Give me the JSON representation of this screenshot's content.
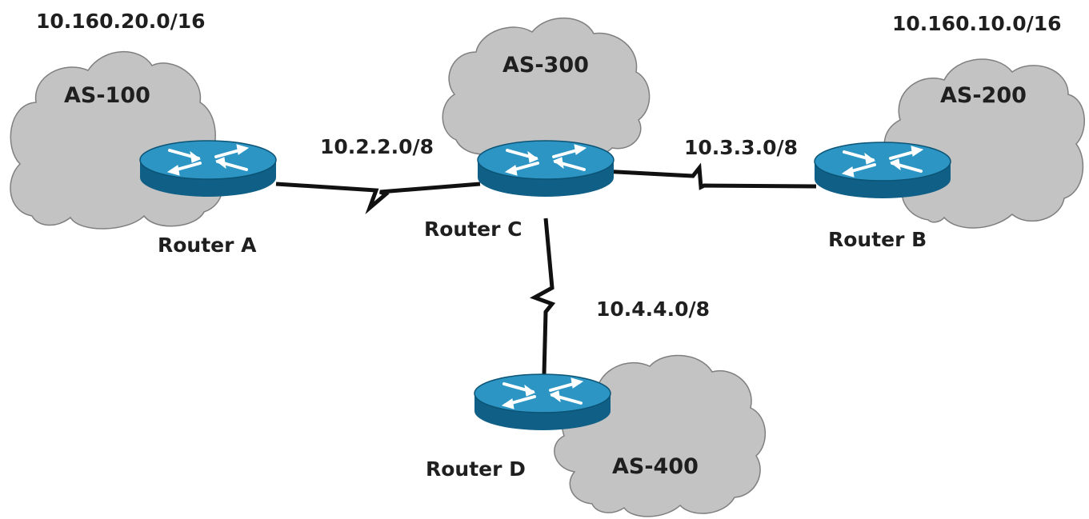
{
  "colors": {
    "background": "#ffffff",
    "cloud_fill": "#c3c3c3",
    "cloud_stroke": "#7f7f7f",
    "router_top": "#2c95c4",
    "router_side": "#0f5f86",
    "router_arrows": "#ffffff",
    "link": "#111111",
    "text": "#1f1f1f"
  },
  "icons": {
    "cloud": "cloud-icon",
    "router": "router-icon"
  },
  "networks": {
    "as100": {
      "label": "AS-100",
      "prefix": "10.160.20.0/16"
    },
    "as200": {
      "label": "AS-200",
      "prefix": "10.160.10.0/16"
    },
    "as300": {
      "label": "AS-300"
    },
    "as400": {
      "label": "AS-400"
    }
  },
  "routers": {
    "a": {
      "label": "Router A"
    },
    "b": {
      "label": "Router B"
    },
    "c": {
      "label": "Router C"
    },
    "d": {
      "label": "Router D"
    }
  },
  "links": {
    "a_c": {
      "label": "10.2.2.0/8"
    },
    "c_b": {
      "label": "10.3.3.0/8"
    },
    "c_d": {
      "label": "10.4.4.0/8"
    }
  }
}
